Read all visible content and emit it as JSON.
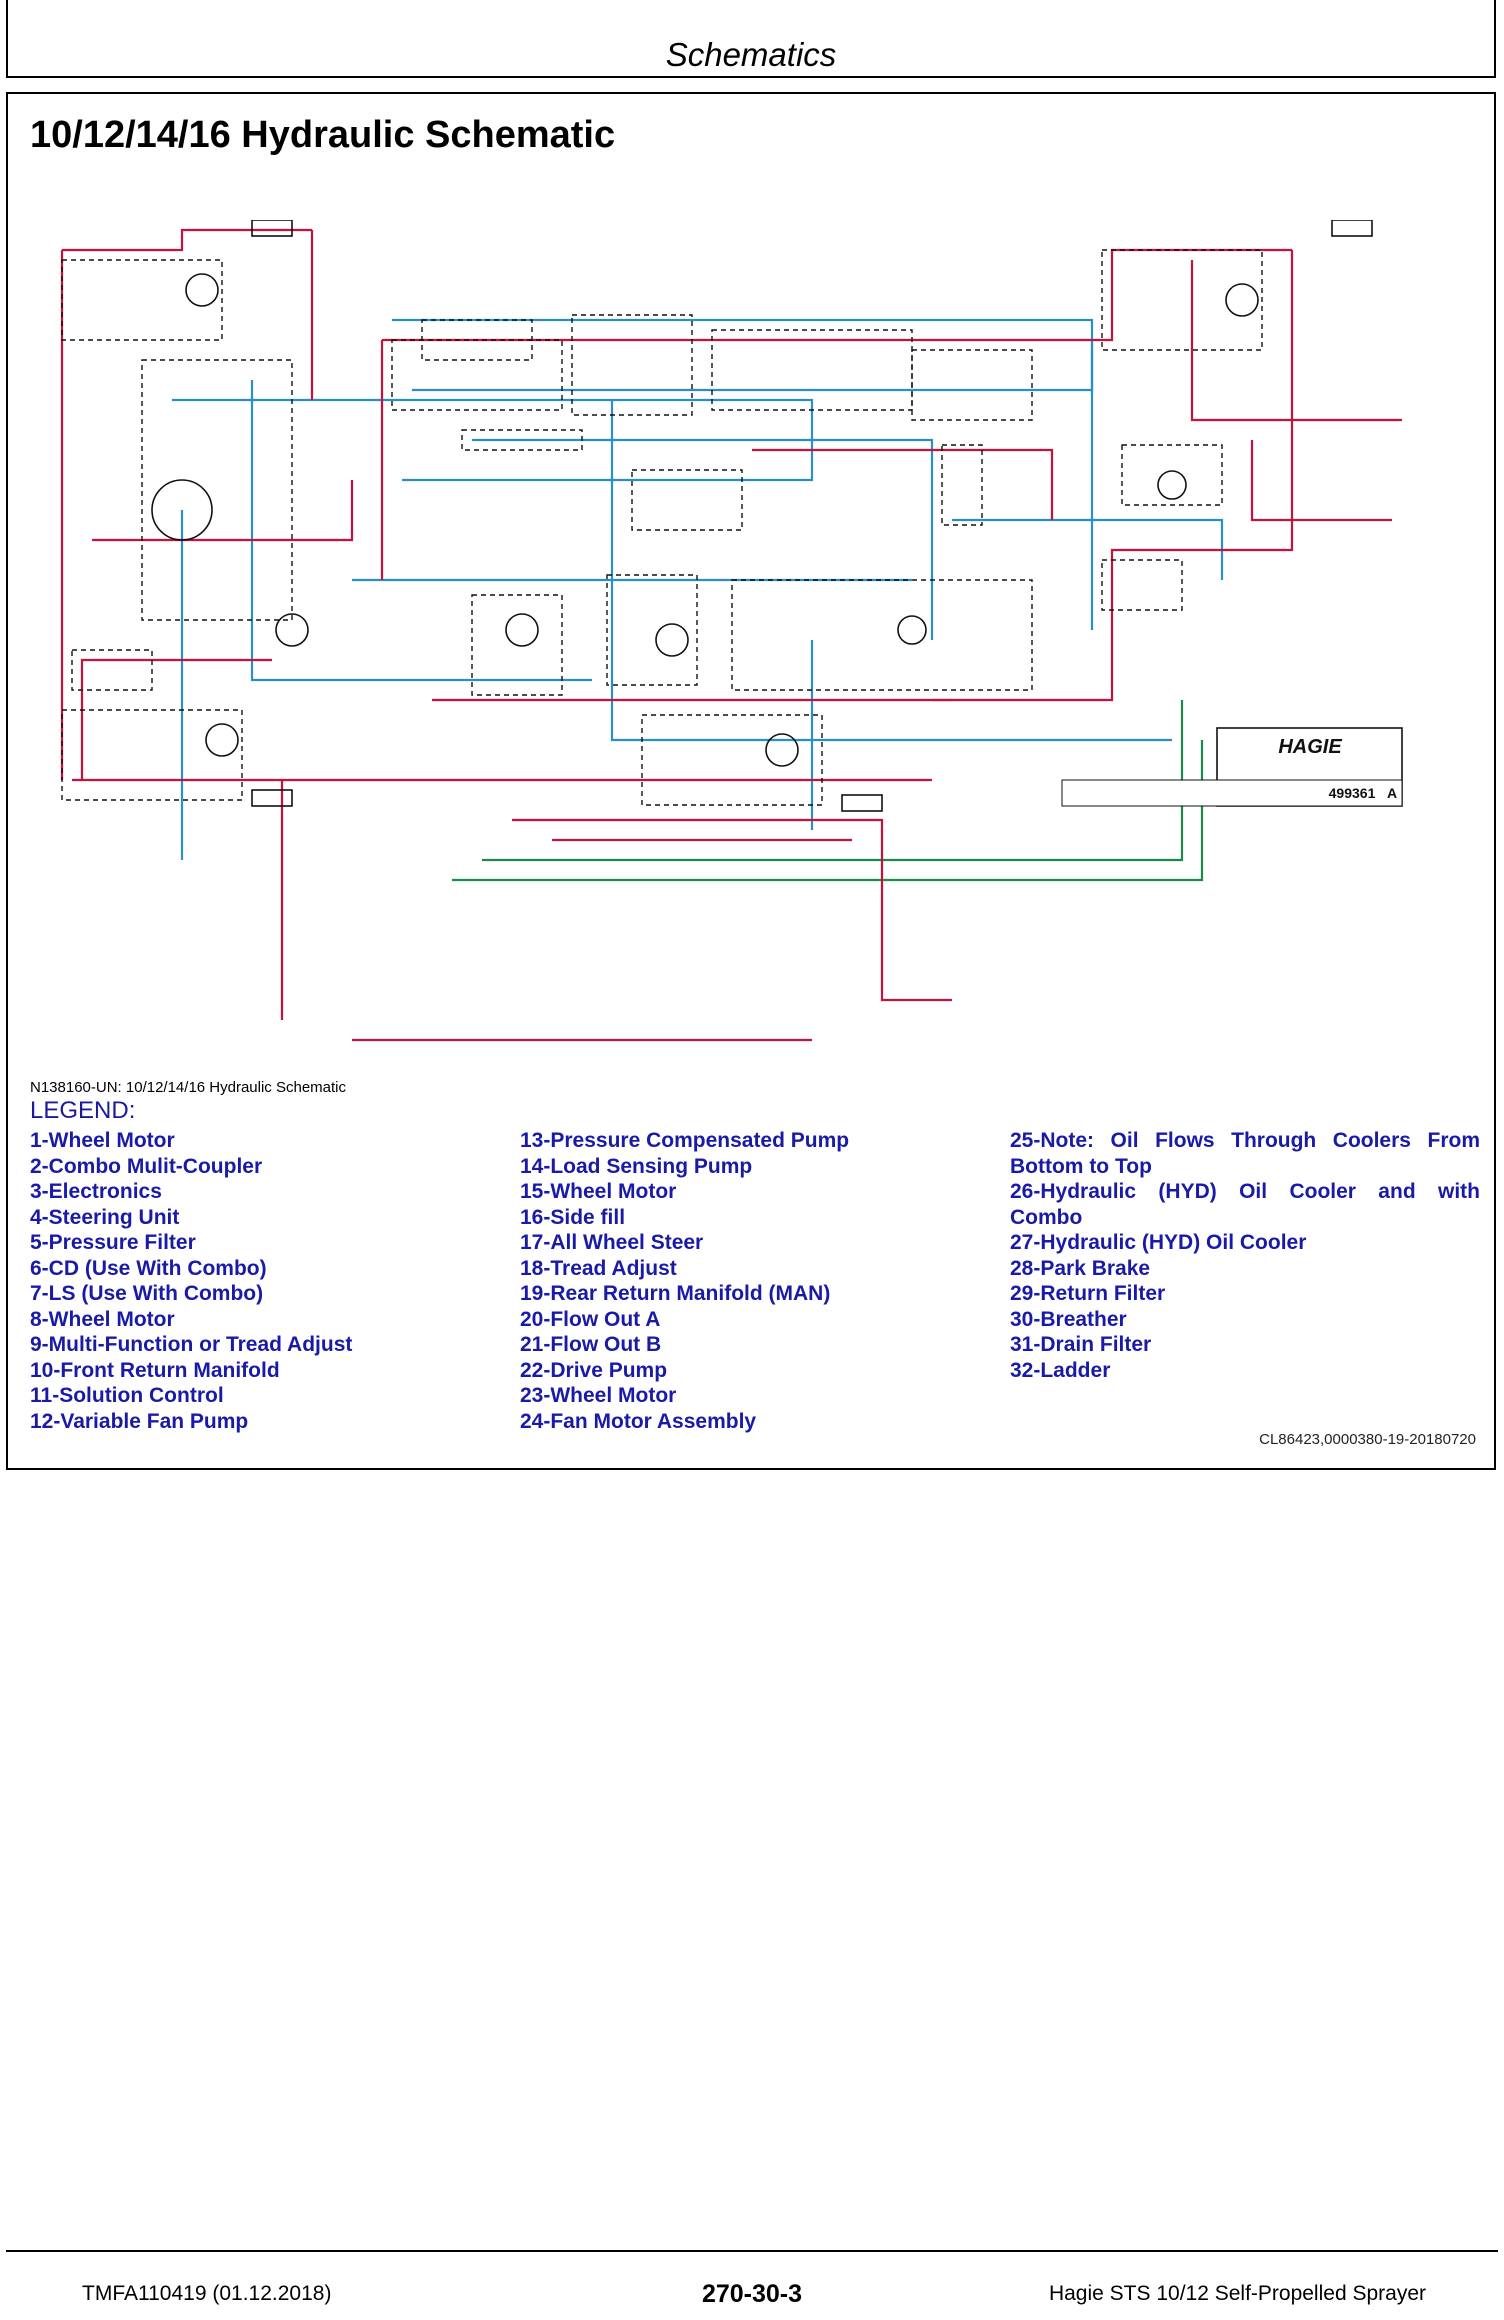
{
  "header": {
    "title": "Schematics"
  },
  "main": {
    "title": "10/12/14/16 Hydraulic Schematic",
    "figure_caption": "N138160-UN: 10/12/14/16 Hydraulic Schematic",
    "legend_title": "LEGEND:",
    "legend": {
      "col1": [
        "1-Wheel Motor",
        "2-Combo Mulit-Coupler",
        "3-Electronics",
        "4-Steering Unit",
        "5-Pressure Filter",
        "6-CD (Use With Combo)",
        "7-LS (Use With Combo)",
        "8-Wheel Motor",
        "9-Multi-Function or Tread Adjust",
        "10-Front Return Manifold",
        "11-Solution Control",
        "12-Variable Fan Pump"
      ],
      "col2": [
        "13-Pressure Compensated Pump",
        "14-Load Sensing Pump",
        "15-Wheel Motor",
        "16-Side fill",
        "17-All Wheel Steer",
        "18-Tread Adjust",
        "19-Rear Return Manifold (MAN)",
        "20-Flow Out A",
        "21-Flow Out B",
        "22-Drive Pump",
        "23-Wheel Motor",
        "24-Fan Motor Assembly"
      ],
      "col3": [
        "25-Note: Oil Flows Through Coolers From",
        "Bottom to Top",
        "26-Hydraulic (HYD) Oil Cooler and with",
        "Combo",
        "27-Hydraulic (HYD) Oil Cooler",
        "28-Park Brake",
        "29-Return Filter",
        "30-Breather",
        "31-Drain Filter",
        "32-Ladder"
      ]
    },
    "reference_code": "CL86423,0000380-19-20180720"
  },
  "title_block": {
    "logo": "HAGIE",
    "drawing_number": "499361",
    "revision": "A"
  },
  "footer": {
    "left": "TMFA110419 (01.12.2018)",
    "center": "270-30-3",
    "right": "Hagie STS 10/12 Self-Propelled Sprayer"
  },
  "colors": {
    "pressure_line": "#c4123c",
    "return_line": "#2a8fc8",
    "drain_line": "#1c8a4a",
    "legend_text": "#1a1aa8"
  }
}
